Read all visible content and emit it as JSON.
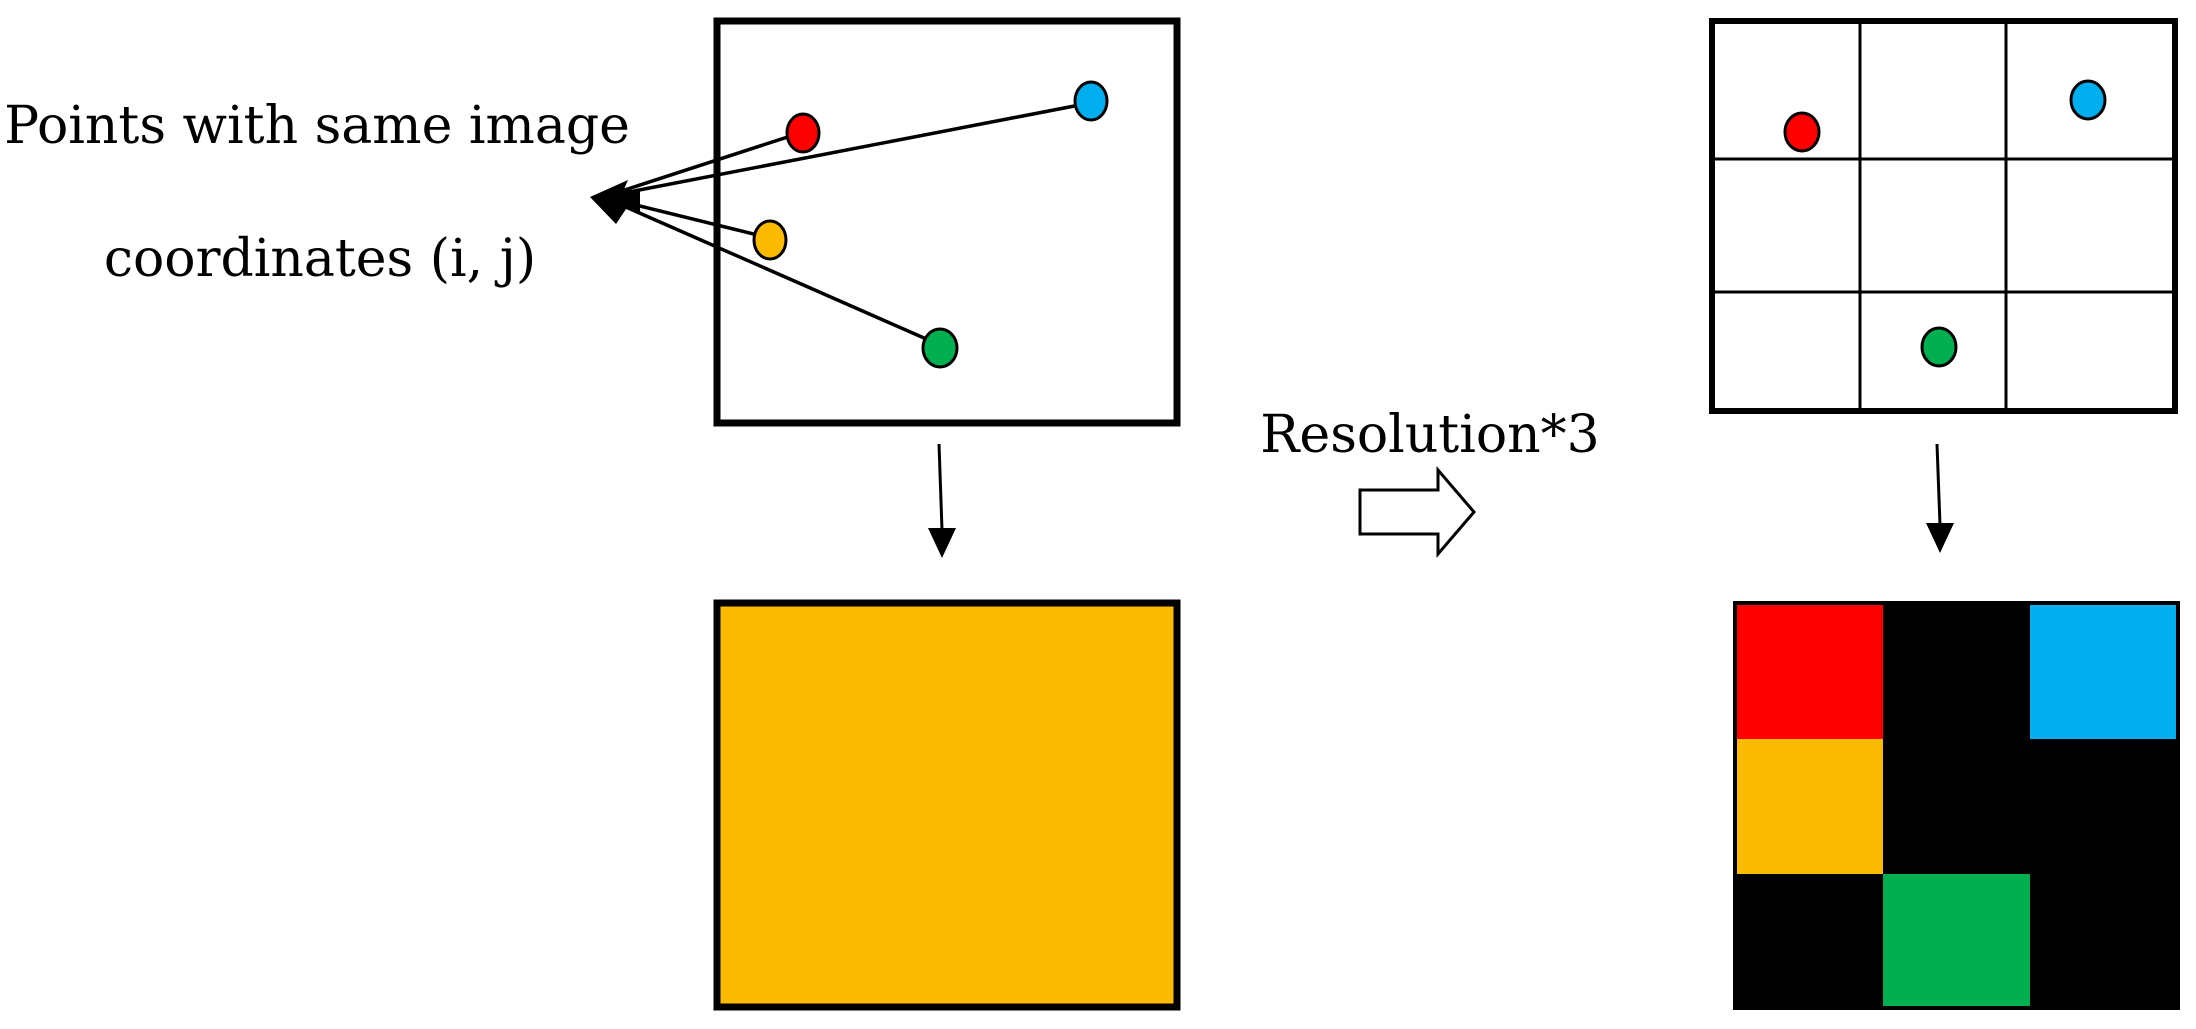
{
  "labels": {
    "points_line1": "Points with same image",
    "points_line2": "coordinates (i, j)",
    "resolution": "Resolution*3"
  },
  "colors": {
    "red": "#FF0000",
    "blue": "#00AEEF",
    "yellow": "#FDBB00",
    "green": "#00B050",
    "black": "#000000",
    "white": "#FFFFFF"
  },
  "source_points": [
    {
      "name": "red",
      "color": "red"
    },
    {
      "name": "blue",
      "color": "blue"
    },
    {
      "name": "yellow",
      "color": "yellow"
    },
    {
      "name": "green",
      "color": "green"
    }
  ],
  "low_res_result": {
    "color": "yellow"
  },
  "high_res_grid": {
    "rows": 3,
    "cols": 3,
    "points": [
      {
        "name": "red",
        "color": "red",
        "row": 0,
        "col": 0
      },
      {
        "name": "blue",
        "color": "blue",
        "row": 0,
        "col": 2
      },
      {
        "name": "green",
        "color": "green",
        "row": 2,
        "col": 1
      }
    ],
    "result_cells": [
      [
        "red",
        "black",
        "blue"
      ],
      [
        "yellow",
        "black",
        "black"
      ],
      [
        "black",
        "green",
        "black"
      ]
    ]
  }
}
